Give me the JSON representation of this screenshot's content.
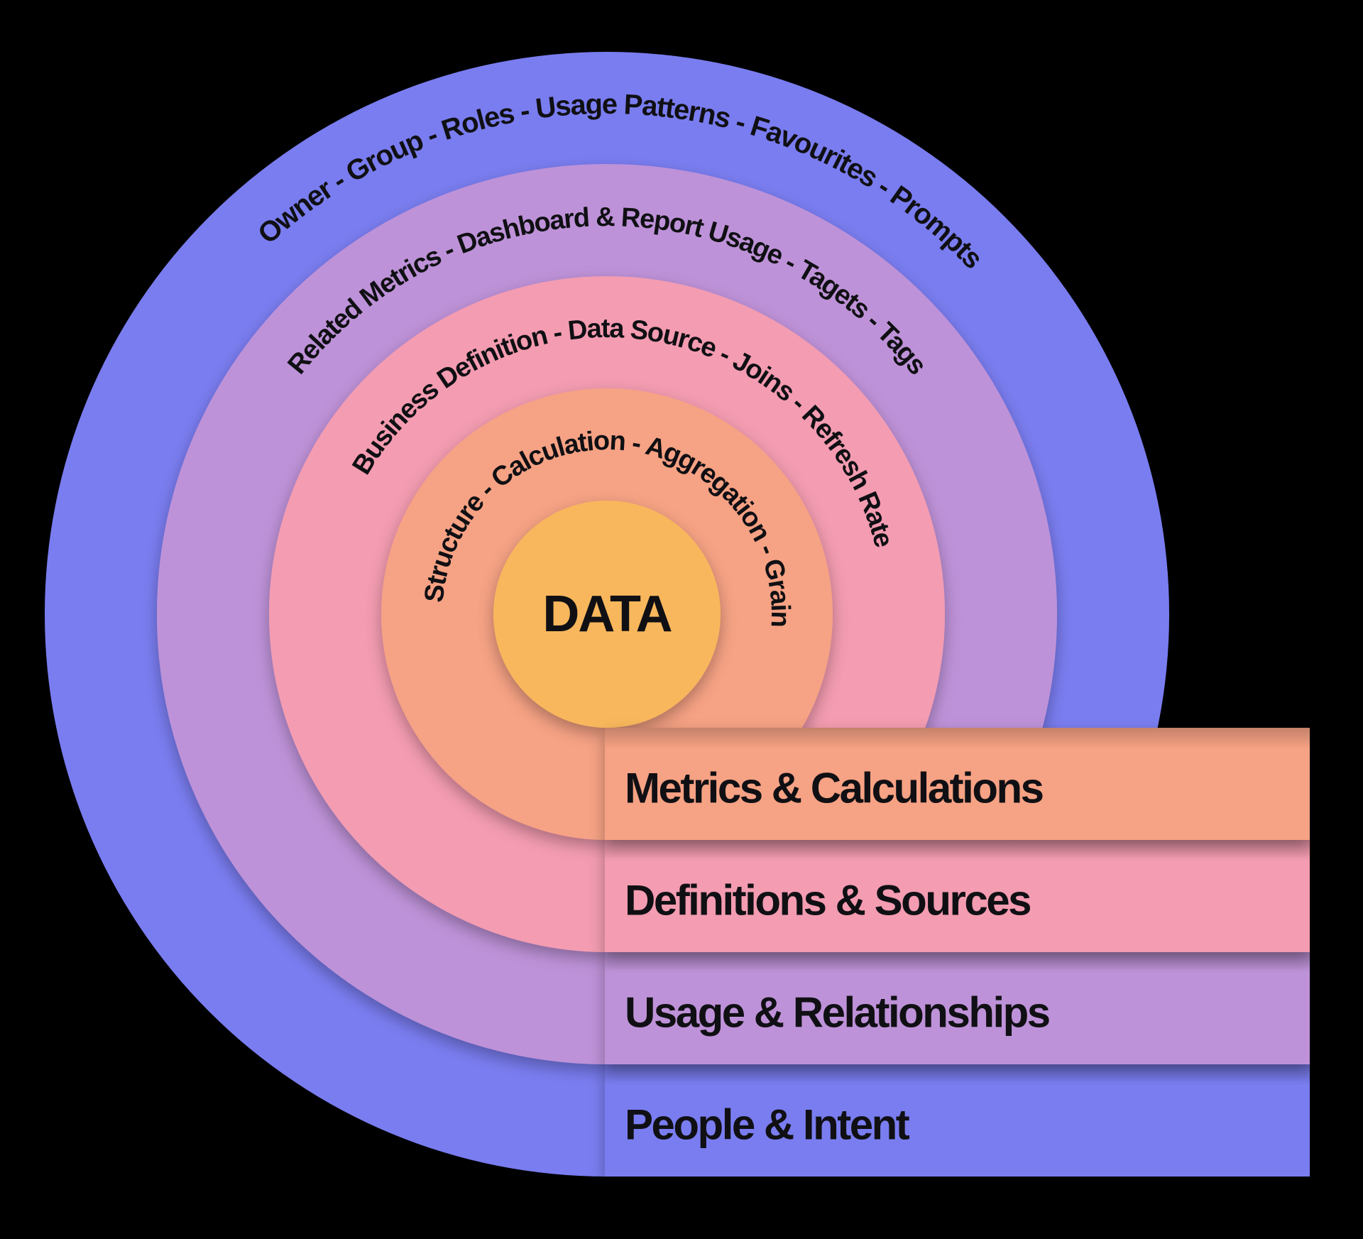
{
  "diagram": {
    "background_color": "#000000",
    "text_color": "#101014",
    "center": {
      "label": "DATA",
      "color": "#F8B75B"
    },
    "rings": [
      {
        "arc_text": "Structure - Calculation - Aggregation - Grain",
        "band_label": "Metrics & Calculations",
        "color": "#F6A284"
      },
      {
        "arc_text": "Business Definition - Data Source - Joins - Refresh Rate",
        "band_label": "Definitions & Sources",
        "color": "#F49CB1"
      },
      {
        "arc_text": "Related Metrics - Dashboard & Report Usage - Tagets - Tags",
        "band_label": "Usage & Relationships",
        "color": "#BE92D8"
      },
      {
        "arc_text": "Owner - Group - Roles - Usage Patterns - Favourites - Prompts",
        "band_label": "People & Intent",
        "color": "#7A7DF0"
      }
    ]
  }
}
